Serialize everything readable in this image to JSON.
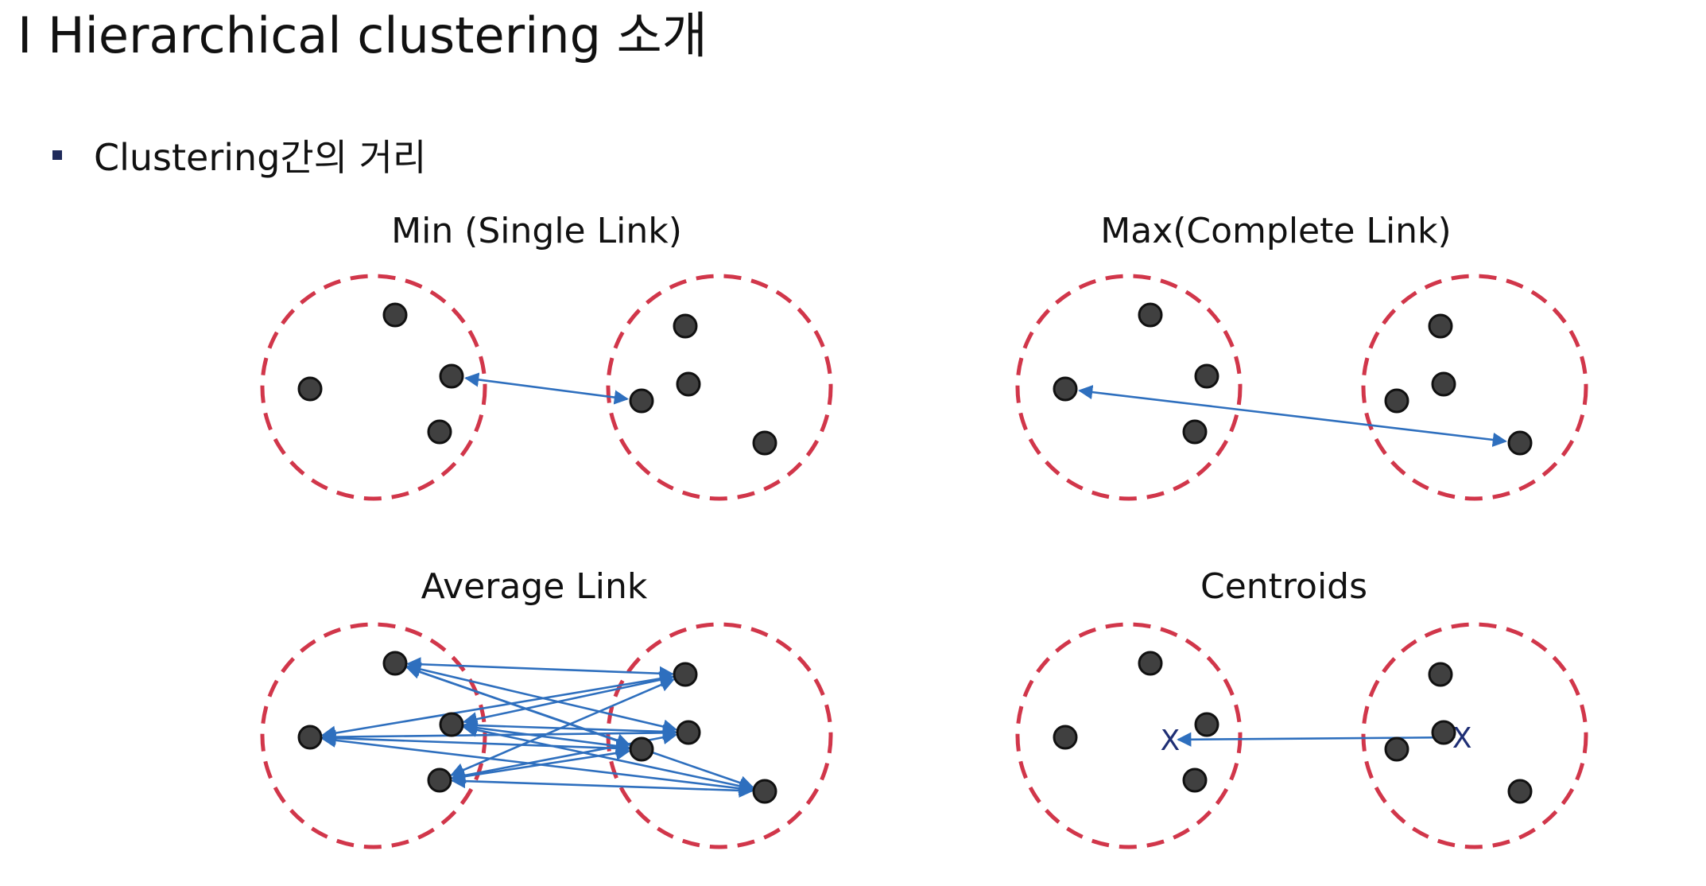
{
  "slide": {
    "title": "I Hierarchical clustering 소개",
    "bullet": "Clustering간의 거리"
  },
  "colors": {
    "cluster_border": "#d1364a",
    "point_fill": "#404040",
    "link": "#2e6fbe",
    "centroid_mark": "#1f2f75",
    "bullet": "#1f2a5a"
  },
  "panels": [
    {
      "id": "min",
      "title": "Min (Single Link)",
      "link_mode": "nearest-pair"
    },
    {
      "id": "max",
      "title": "Max(Complete Link)",
      "link_mode": "farthest-pair"
    },
    {
      "id": "avg",
      "title": "Average Link",
      "link_mode": "all-pairs"
    },
    {
      "id": "cen",
      "title": "Centroids",
      "link_mode": "centroids"
    }
  ],
  "centroid_symbol": "X"
}
